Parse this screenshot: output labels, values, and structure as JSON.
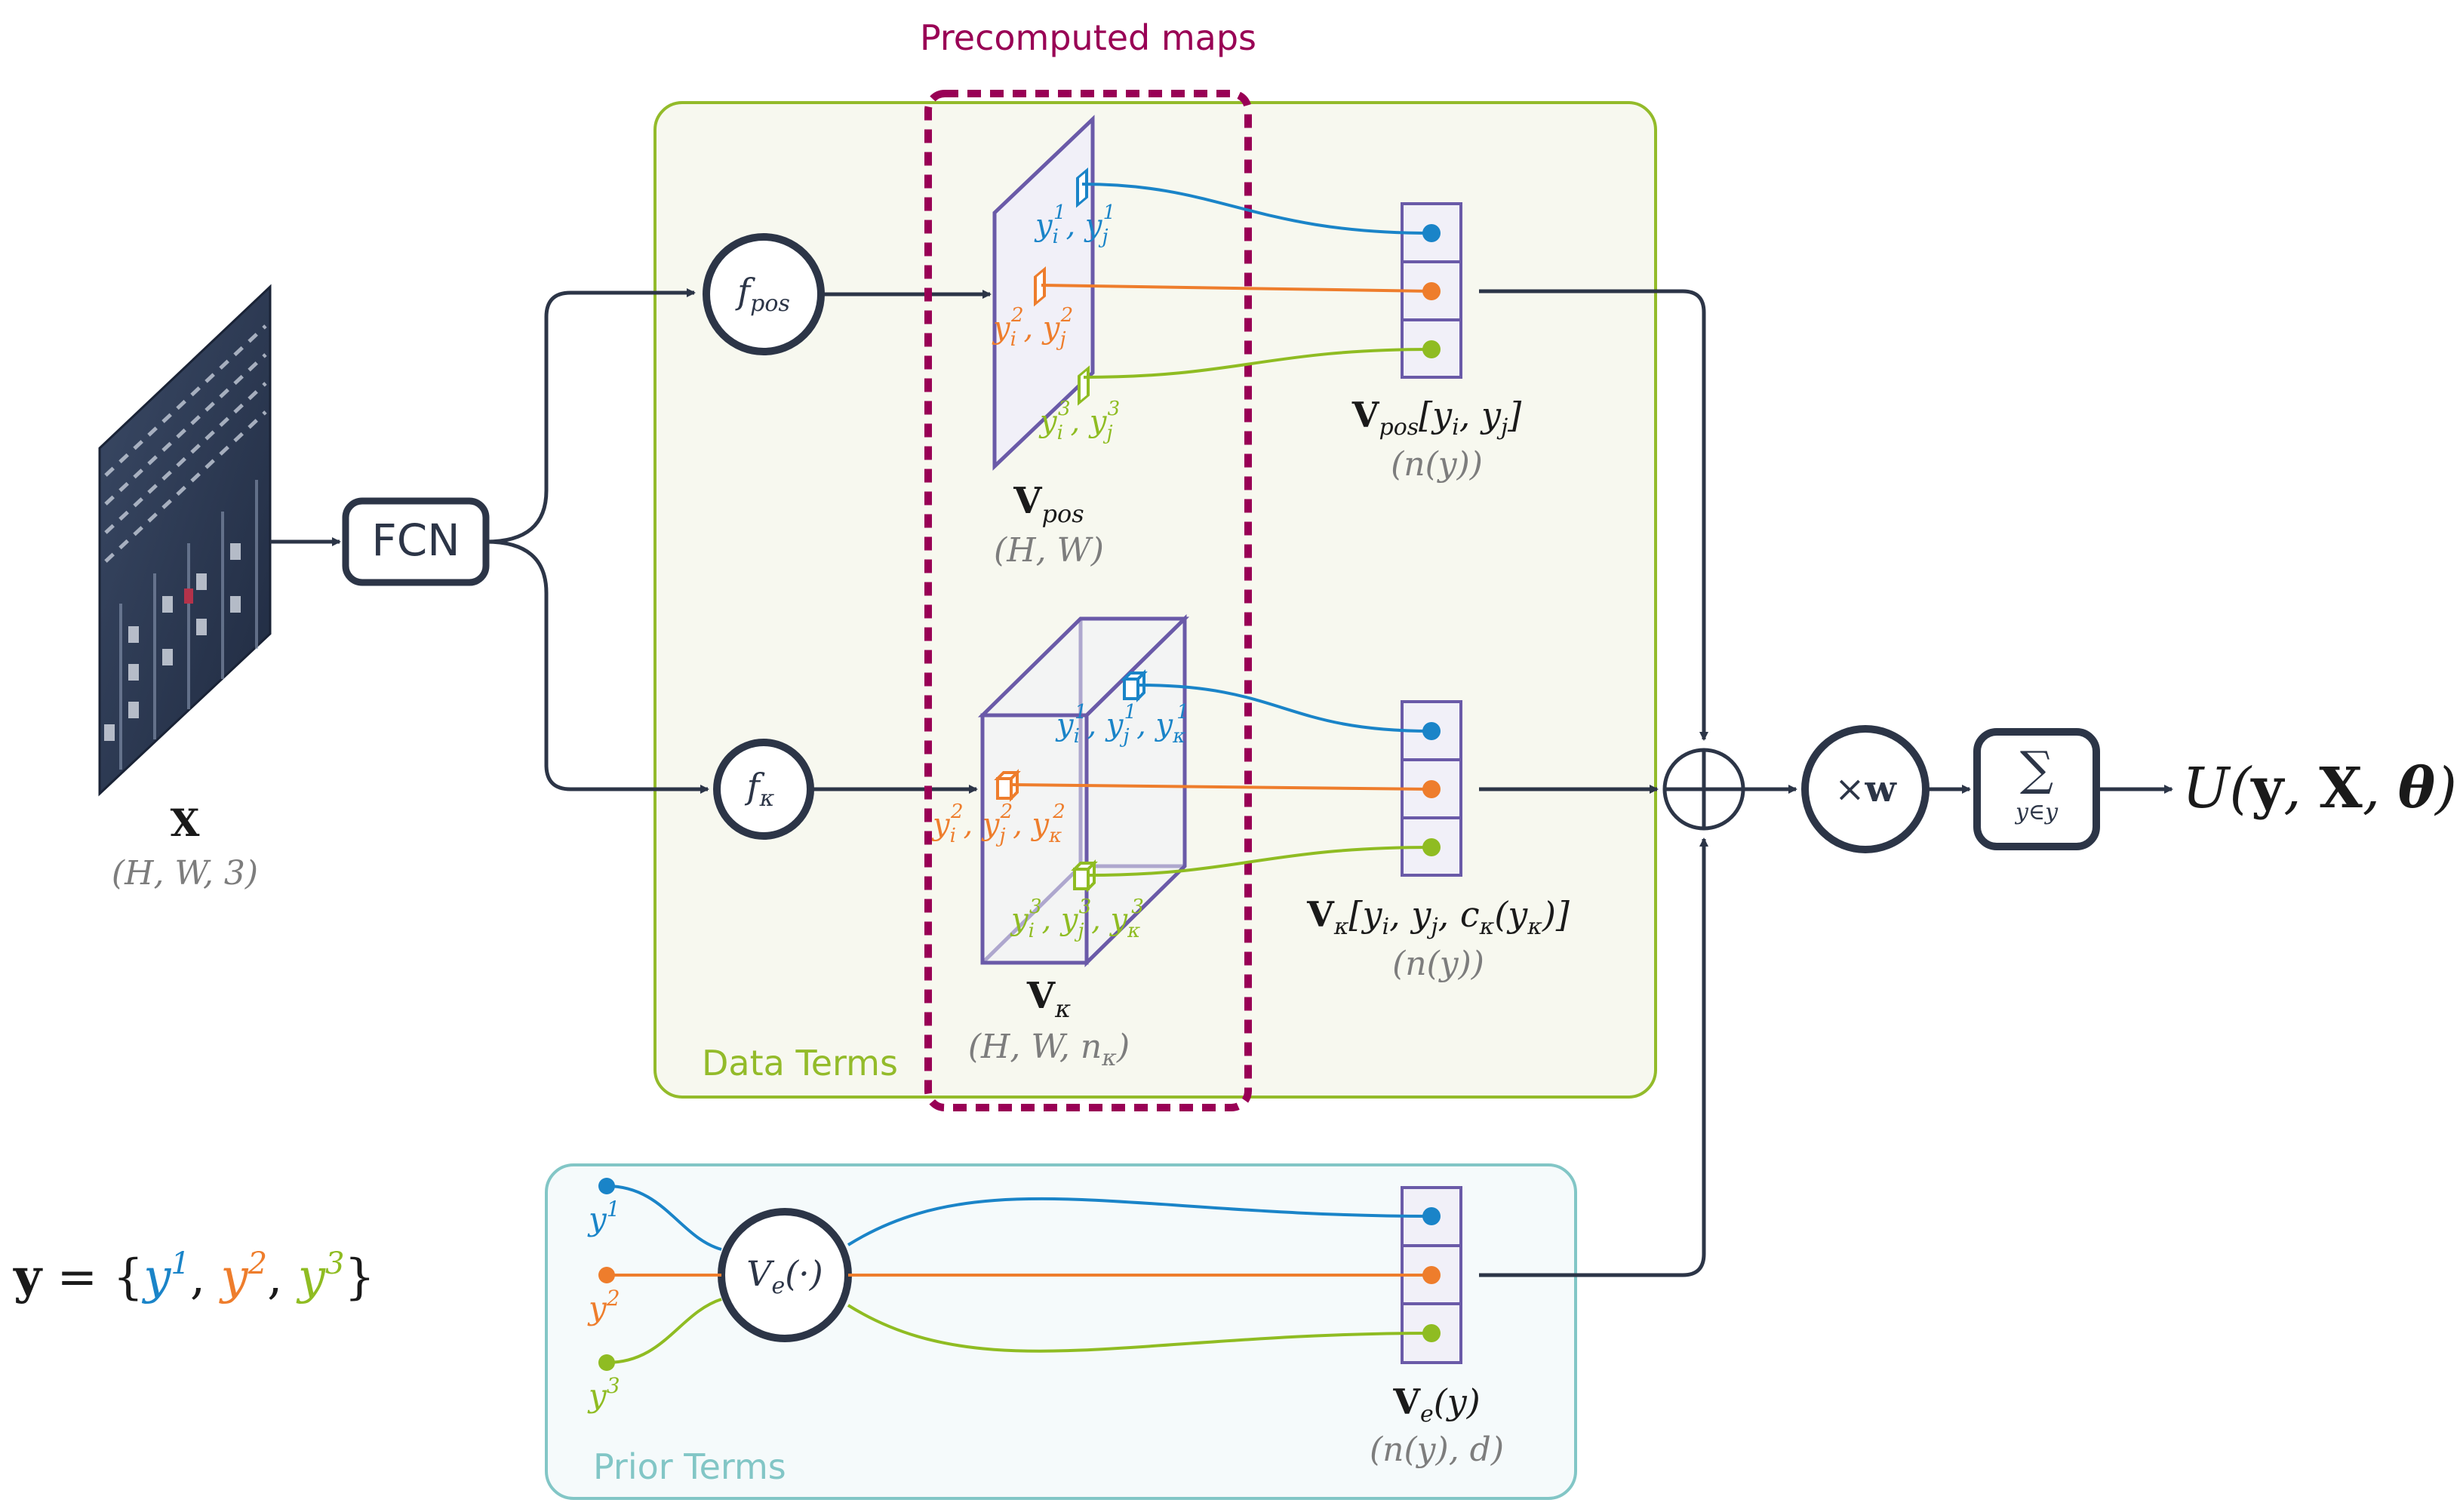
{
  "colors": {
    "dark": "#2c3547",
    "blue": "#1a84c8",
    "orange": "#ee7d2c",
    "green": "#8fbc22",
    "purple": "#6a5aa8",
    "magenta": "#990055",
    "data_border": "#93bb2a",
    "data_fill": "#f7f8ef",
    "prior_border": "#82c6c6",
    "prior_fill": "#f5fafb",
    "gray": "#7d7d7d"
  },
  "precomputed": {
    "label": "Precomputed maps"
  },
  "data_terms": {
    "label": "Data Terms"
  },
  "prior_terms": {
    "label": "Prior Terms"
  },
  "input": {
    "icon": "aerial-parking-lot-image",
    "name": "X",
    "shape": "(H, W, 3)"
  },
  "fcn": {
    "label": "FCN"
  },
  "f_pos": {
    "base": "f",
    "sub": "pos"
  },
  "f_kappa": {
    "base": "f",
    "sub": "κ"
  },
  "v_pos": {
    "base": "V",
    "sub": "pos",
    "shape": "(H, W)",
    "index_label": {
      "base": "V",
      "sub": "pos",
      "args": "[y",
      "i": "i",
      "mid": ", y",
      "j": "j",
      "end": "]"
    },
    "count": "(n(y))"
  },
  "v_kappa": {
    "base": "V",
    "sub": "κ",
    "shape": "(H, W, n",
    "shape_sub": "κ",
    "shape_end": ")",
    "index_label": "Vκ[yi, yj, cκ(yκ)]",
    "count": "(n(y))"
  },
  "v_e": {
    "op": "V",
    "op_sub": "e",
    "op_arg": "(·)",
    "out": "V",
    "out_sub": "e",
    "out_arg": "(y)",
    "count": "(n(y), d)"
  },
  "points_pos": [
    {
      "label": "yi1, yj1",
      "color": "blue"
    },
    {
      "label": "yi2, yj2",
      "color": "orange"
    },
    {
      "label": "yi3, yj3",
      "color": "green"
    }
  ],
  "points_kappa": [
    {
      "label": "yi1, yj1, yκ1",
      "color": "blue"
    },
    {
      "label": "yi2, yj2, yκ2",
      "color": "orange"
    },
    {
      "label": "yi3, yj3, yκ3",
      "color": "green"
    }
  ],
  "prior_points": [
    {
      "label": "y1",
      "color": "blue"
    },
    {
      "label": "y2",
      "color": "orange"
    },
    {
      "label": "y3",
      "color": "green"
    }
  ],
  "plus": {
    "symbol": "⊕"
  },
  "times_w": {
    "symbol": "×",
    "var": "w"
  },
  "sum": {
    "symbol": "∑",
    "sub": "y∈y"
  },
  "output": {
    "label": "U(y, X, θ)"
  },
  "set_definition": {
    "lhs": "y = {",
    "items": [
      "y1",
      "y2",
      "y3"
    ],
    "rhs": "}"
  }
}
